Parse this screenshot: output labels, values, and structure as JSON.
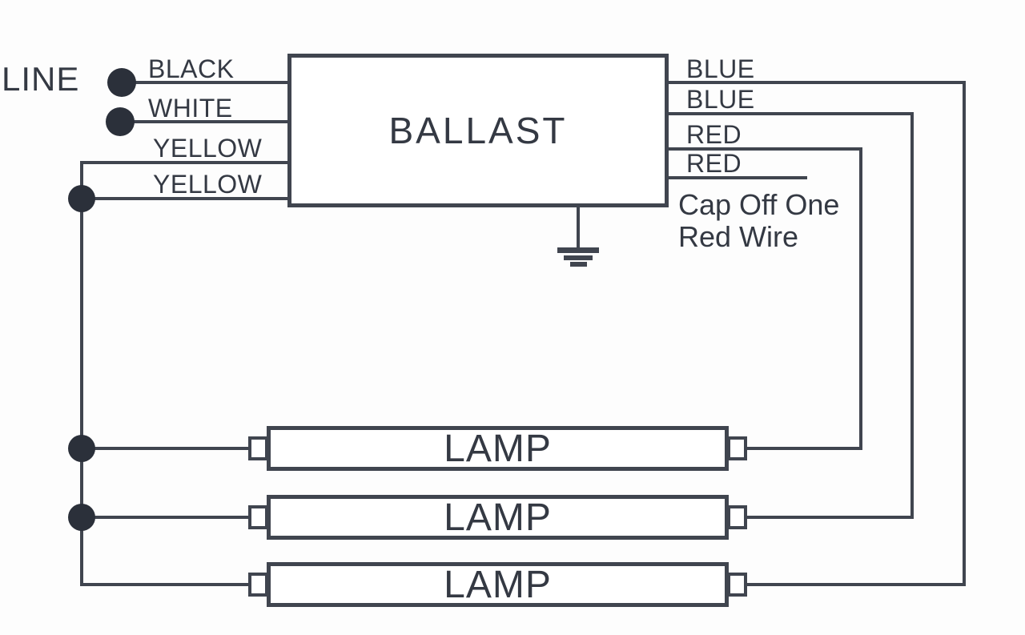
{
  "diagram": {
    "line_label": "LINE",
    "ballast": {
      "label": "BALLAST"
    },
    "input_wires": [
      {
        "label": "BLACK"
      },
      {
        "label": "WHITE"
      },
      {
        "label": "YELLOW"
      },
      {
        "label": "YELLOW"
      }
    ],
    "output_wires": [
      {
        "label": "BLUE"
      },
      {
        "label": "BLUE"
      },
      {
        "label": "RED"
      },
      {
        "label": "RED"
      }
    ],
    "cap_note": {
      "line1": "Cap Off One",
      "line2": "Red Wire"
    },
    "lamps": [
      {
        "label": "LAMP"
      },
      {
        "label": "LAMP"
      },
      {
        "label": "LAMP"
      }
    ]
  },
  "colors": {
    "wire": "#40454f",
    "dot": "#2b303a",
    "text": "#343943",
    "background": "#fdfdfd"
  }
}
